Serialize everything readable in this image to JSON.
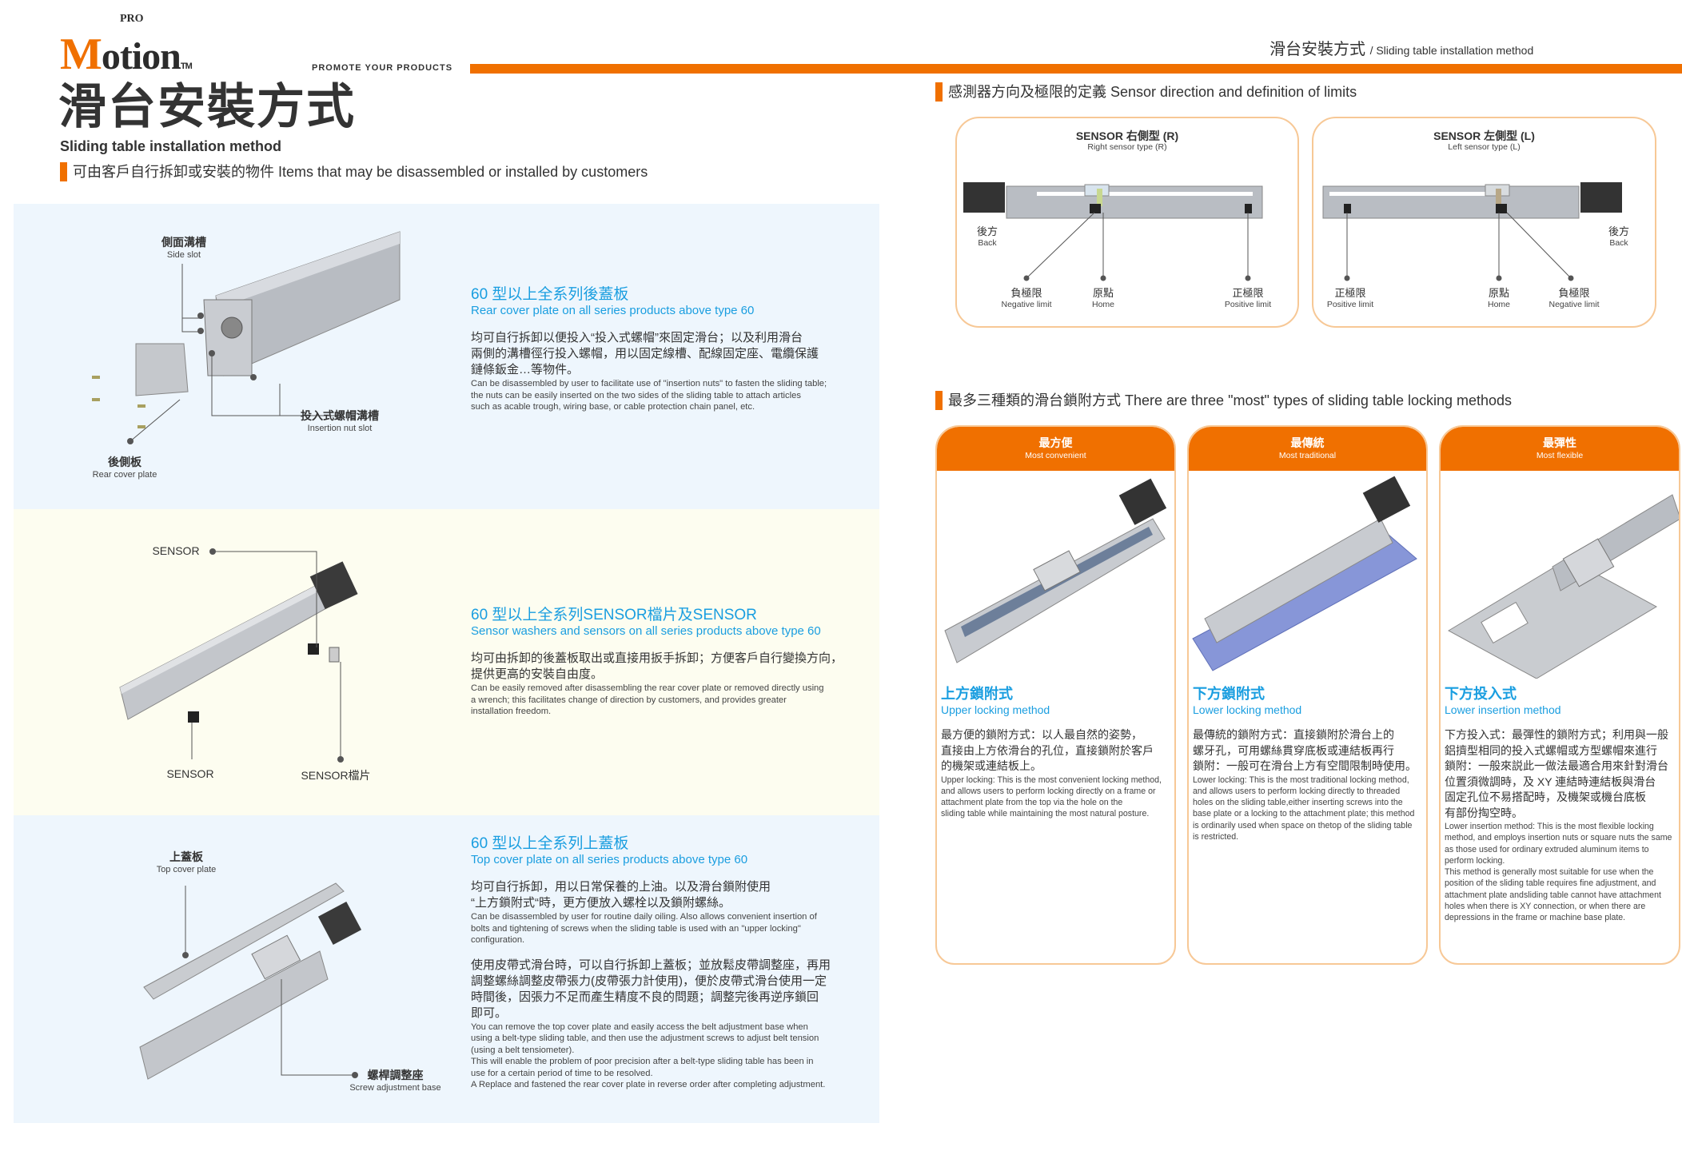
{
  "header": {
    "logo_text": "ProMotion",
    "logo_pro": "PRO",
    "logo_m": "M",
    "logo_rest": "otion",
    "logo_tm": "TM",
    "tagline": "PROMOTE YOUR PRODUCTS",
    "right_title_cn": "滑台安裝方式",
    "right_title_en": "/ Sliding table installation method",
    "accent": "#f07000"
  },
  "title": {
    "cn": "滑台安裝方式",
    "en": "Sliding table installation method"
  },
  "left_section": {
    "heading": "可由客戶自行拆卸或安裝的物件 Items that may be disassembled or installed by customers",
    "panels": [
      {
        "title": "60 型以上全系列後蓋板",
        "subtitle": "Rear cover plate on all series products above type 60",
        "cn": [
          "均可自行拆卸以便投入“投入式螺帽”來固定滑台；以及利用滑台",
          "兩側的溝槽徑行投入螺帽，用以固定線槽、配線固定座、電纜保護",
          "鏈條鈑金…等物件。"
        ],
        "en": [
          "Can be disassembled by user to facilitate use of \"insertion nuts\" to fasten the sliding table;",
          "the nuts can be easily inserted on the two sides of the sliding table to attach articles",
          "such as acable trough, wiring base, or cable protection chain panel, etc."
        ],
        "labels": [
          {
            "cn": "側面溝槽",
            "en": "Side slot"
          },
          {
            "cn": "投入式螺帽溝槽",
            "en": "Insertion nut slot"
          },
          {
            "cn": "後側板",
            "en": "Rear cover plate"
          }
        ]
      },
      {
        "title": "60 型以上全系列SENSOR檔片及SENSOR",
        "subtitle": "Sensor washers and sensors on all series products above type 60",
        "cn": [
          "均可由拆卸的後蓋板取出或直接用扳手拆卸；方便客戶自行變換方向，",
          "提供更高的安裝自由度。"
        ],
        "en": [
          "Can be easily removed after disassembling the rear cover plate or removed directly using",
          "a wrench; this facilitates change of direction by customers, and provides greater",
          "installation freedom."
        ],
        "labels": [
          {
            "cn": "SENSOR"
          },
          {
            "cn": "SENSOR"
          },
          {
            "cn": "SENSOR檔片"
          }
        ]
      },
      {
        "title": "60 型以上全系列上蓋板",
        "subtitle": "Top cover plate on all series products above type 60",
        "cn": [
          "均可自行拆卸，用以日常保養的上油。以及滑台鎖附使用",
          "“上方鎖附式“時，更方便放入螺栓以及鎖附螺絲。"
        ],
        "en": [
          "Can be disassembled by user for routine daily oiling. Also allows convenient insertion of",
          "bolts and tightening of screws when the sliding table is used with an \"upper locking\"",
          "configuration."
        ],
        "cn2": [
          "使用皮帶式滑台時，可以自行拆卸上蓋板；並放鬆皮帶調整座，再用",
          "調整螺絲調整皮帶張力(皮帶張力計使用)，便於皮帶式滑台使用一定",
          "時間後，因張力不足而產生精度不良的問題；調整完後再逆序鎖回",
          "即可。"
        ],
        "en2": [
          "You can remove the top cover plate and easily access the belt adjustment base when",
          "using a belt-type sliding table, and then use the adjustment screws to adjust belt tension",
          "(using a belt tensiometer).",
          "This will enable the problem of poor precision after a belt-type sliding table has been in",
          "use for a certain period of time to be resolved.",
          "A Replace and fastened the rear cover plate in reverse order after completing adjustment."
        ],
        "labels": [
          {
            "cn": "上蓋板",
            "en": "Top cover plate"
          },
          {
            "cn": "螺桿調整座",
            "en": "Screw adjustment base"
          }
        ]
      }
    ]
  },
  "sensor_section": {
    "heading": "感測器方向及極限的定義 Sensor direction and definition of limits",
    "boxes": [
      {
        "title": "SENSOR 右側型  (R)",
        "subtitle": "Right sensor type  (R)",
        "back": {
          "cn": "後方",
          "en": "Back"
        },
        "labels": [
          {
            "cn": "負極限",
            "en": "Negative limit"
          },
          {
            "cn": "原點",
            "en": "Home"
          },
          {
            "cn": "正極限",
            "en": "Positive limit"
          }
        ]
      },
      {
        "title": "SENSOR 左側型  (L)",
        "subtitle": "Left sensor type  (L)",
        "back": {
          "cn": "後方",
          "en": "Back"
        },
        "labels": [
          {
            "cn": "正極限",
            "en": "Positive limit"
          },
          {
            "cn": "原點",
            "en": "Home"
          },
          {
            "cn": "負極限",
            "en": "Negative limit"
          }
        ]
      }
    ]
  },
  "locking_section": {
    "heading": "最多三種類的滑台鎖附方式 There are three \"most\" types of sliding table locking methods",
    "cards": [
      {
        "header_cn": "最方便",
        "header_en": "Most convenient",
        "title": "上方鎖附式",
        "subtitle": "Upper locking method",
        "cn": [
          "最方便的鎖附方式：以人最自然的姿勢，",
          "直接由上方依滑台的孔位，直接鎖附於客戶",
          "的機架或連結板上。"
        ],
        "en": [
          "Upper locking: This is the most convenient locking method,",
          "and allows users to perform locking directly on a frame or",
          "attachment plate from the top via the hole on the",
          "sliding table while maintaining the most natural posture."
        ]
      },
      {
        "header_cn": "最傳統",
        "header_en": "Most traditional",
        "title": "下方鎖附式",
        "subtitle": "Lower locking method",
        "cn": [
          "最傳統的鎖附方式：直接鎖附於滑台上的",
          "螺牙孔，可用螺絲貫穿底板或連結板再行",
          "鎖附：一般可在滑台上方有空間限制時使用。"
        ],
        "en": [
          "Lower locking: This is the most traditional locking method,",
          "and allows users to perform locking directly to threaded",
          "holes on the sliding table,either inserting screws into the",
          "base plate or a locking to the attachment plate; this method",
          "is ordinarily used when space on thetop of the sliding table",
          "is restricted."
        ]
      },
      {
        "header_cn": "最彈性",
        "header_en": "Most flexible",
        "title": "下方投入式",
        "subtitle": "Lower insertion method",
        "cn": [
          "下方投入式：最彈性的鎖附方式；利用與一般",
          "鋁擠型相同的投入式螺帽或方型螺帽來進行",
          "鎖附：一般來説此一做法最適合用來針對滑台",
          "位置須微調時，及 XY 連結時連結板與滑台",
          "固定孔位不易搭配時，及機架或機台底板",
          "有部份掏空時。"
        ],
        "en": [
          "Lower insertion method: This is the most flexible locking",
          "method, and employs insertion nuts or square nuts the same",
          "as those used for ordinary extruded aluminum items to",
          "perform locking.",
          "This method is generally most suitable for use when the",
          "position of the sliding table requires fine adjustment, and",
          "attachment plate andsliding table cannot have attachment",
          "holes when there is XY connection, or when there are",
          "depressions in the frame or machine base plate."
        ]
      }
    ]
  }
}
